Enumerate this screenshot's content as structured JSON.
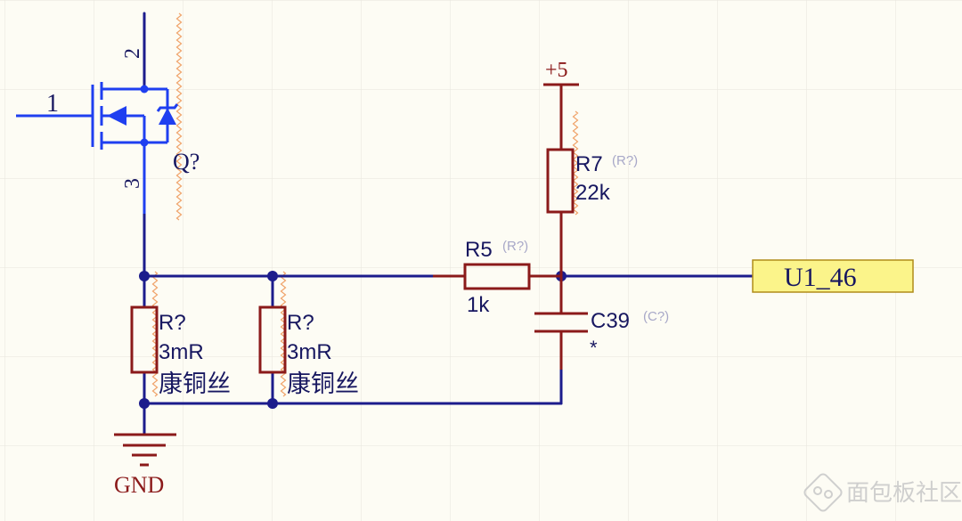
{
  "colors": {
    "background": "#fdfcf4",
    "grid": "#e6e5dc",
    "wire": "#1c1c8c",
    "component": "#8b1a1a",
    "mosfet": "#1f3ff0",
    "designator": "#171760",
    "ghost": "#a8a8c8",
    "power_label": "#8b1a1a",
    "port_fill": "#fbf48a",
    "port_stroke": "#b08c1a",
    "hatch": "#f0a36a",
    "watermark": "#c8c8c8"
  },
  "mosfet": {
    "gate_pin": "1",
    "drain_pin": "2",
    "source_pin": "3",
    "designator": "Q?"
  },
  "r7": {
    "designator": "R7",
    "ghost": "(R?)",
    "value": "22k"
  },
  "r5": {
    "designator": "R5",
    "ghost": "(R?)",
    "value": "1k"
  },
  "c39": {
    "designator": "C39",
    "ghost": "(C?)",
    "marker": "*"
  },
  "shunt1": {
    "designator": "R?",
    "value": "3mR",
    "material": "康铜丝"
  },
  "shunt2": {
    "designator": "R?",
    "value": "3mR",
    "material": "康铜丝"
  },
  "power": {
    "label": "+5"
  },
  "ground": {
    "label": "GND"
  },
  "port": {
    "label": "U1_46"
  },
  "watermark": {
    "text": "面包板社区",
    "logo_icon": "community-logo-icon"
  }
}
